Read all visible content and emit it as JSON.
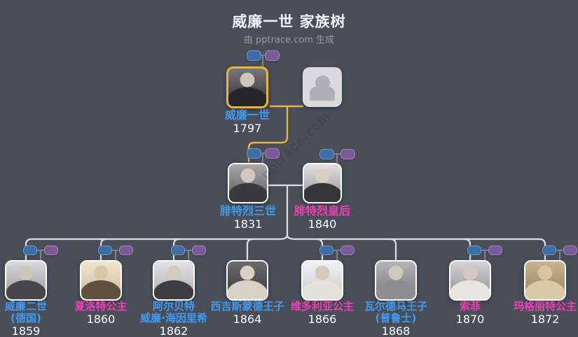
{
  "header": {
    "title": "威廉一世 家族树",
    "subtitle": "由 pptrace.com 生成"
  },
  "watermark": "pptrace.com",
  "colors": {
    "background": "#494e58",
    "line": "#dde0e3",
    "pill_line": "#7d838d",
    "male_name": "#3f9af2",
    "female_name": "#f13db6",
    "year": "#ffffff",
    "highlight": "#e9b43b",
    "pill_blue": "#3d6fa6",
    "pill_purple": "#7a5a9a",
    "card_border": "#ffffff",
    "placeholder_bg": "#d9d9db",
    "placeholder_icon": "#b0b0b4",
    "title": "#f2f3f6",
    "subtitle": "#959ba4"
  },
  "tree": {
    "root": {
      "name": "威廉一世",
      "year": "1797",
      "gender": "male",
      "highlighted": true,
      "photo": {
        "bg1": "#77777a",
        "bg2": "#2f2f31",
        "coat": "#26262a",
        "face": "#cfc6b8"
      }
    },
    "root_spouse_placeholder": {
      "type": "empty-spouse-slot"
    },
    "father": {
      "name": "腓特烈三世",
      "year": "1831",
      "gender": "male",
      "photo": {
        "bg1": "#a8a8aa",
        "bg2": "#59595b",
        "coat": "#3a3a3e",
        "face": "#d2c9bc"
      }
    },
    "mother": {
      "name": "腓特烈皇后",
      "year": "1840",
      "gender": "female",
      "photo": {
        "bg1": "#e2e2e4",
        "bg2": "#8e8e90",
        "coat": "#35353a",
        "face": "#d8d0c4"
      }
    },
    "children": [
      {
        "name": "威廉二世",
        "name2": "(德国)",
        "year": "1859",
        "gender": "male",
        "photo": {
          "bg1": "#d9d9db",
          "bg2": "#97979a",
          "coat": "#47474a",
          "face": "#cfc6b9"
        }
      },
      {
        "name": "夏洛特公主",
        "name2": "",
        "year": "1860",
        "gender": "female",
        "photo": {
          "bg1": "#f0e6cf",
          "bg2": "#cdbb97",
          "coat": "#5f5040",
          "face": "#d9c7a8"
        }
      },
      {
        "name": "阿尔贝特",
        "name2": "威廉·海因里希",
        "year": "1862",
        "gender": "male",
        "photo": {
          "bg1": "#e3e3e5",
          "bg2": "#ababad",
          "coat": "#3e3e41",
          "face": "#d3cabd"
        }
      },
      {
        "name": "西吉斯蒙德王子",
        "name2": "",
        "year": "1864",
        "gender": "male",
        "photo": {
          "bg1": "#6a6a6c",
          "bg2": "#39393b",
          "coat": "#d8d2c6",
          "face": "#d9d0c2"
        }
      },
      {
        "name": "维多利亚公主",
        "name2": "",
        "year": "1866",
        "gender": "female",
        "photo": {
          "bg1": "#f2f2f4",
          "bg2": "#c7c7c9",
          "coat": "#e4e0da",
          "face": "#d5ccbf"
        }
      },
      {
        "name": "瓦尔德马王子",
        "name2": "(普鲁士)",
        "year": "1868",
        "gender": "male",
        "photo": {
          "bg1": "#b5b5b7",
          "bg2": "#77777a",
          "coat": "#8e8e90",
          "face": "#d2c9bc"
        }
      },
      {
        "name": "索菲",
        "name2": "",
        "year": "1870",
        "gender": "female",
        "photo": {
          "bg1": "#d2d2d4",
          "bg2": "#8f8f92",
          "coat": "#e8e4de",
          "face": "#d4cbbe"
        }
      },
      {
        "name": "玛格丽特公主",
        "name2": "",
        "year": "1872",
        "gender": "female",
        "photo": {
          "bg1": "#c9b490",
          "bg2": "#96805c",
          "coat": "#d9c9a8",
          "face": "#d9c3a0"
        }
      }
    ]
  }
}
